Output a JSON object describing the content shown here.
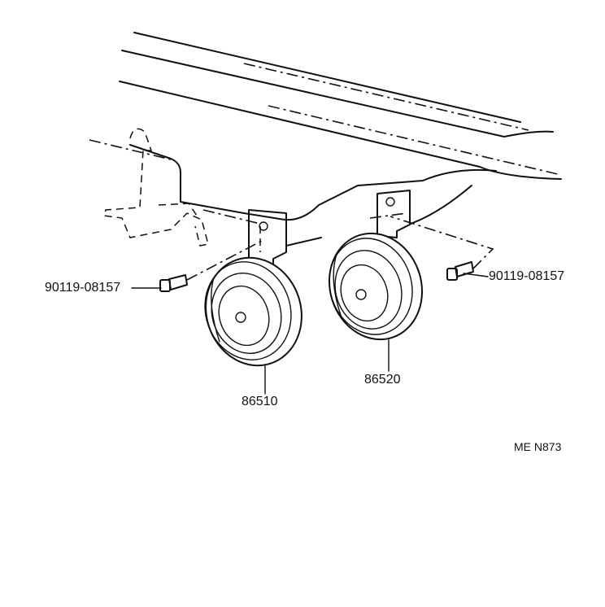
{
  "parts": {
    "horn_left": "86510",
    "horn_right": "86520",
    "bolt_left": "90119-08157",
    "bolt_right": "90119-08157"
  },
  "illustration_code": "ME N873"
}
